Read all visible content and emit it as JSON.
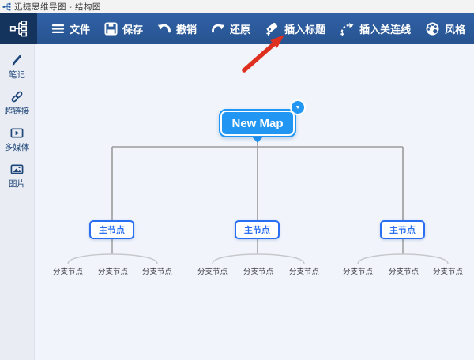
{
  "window": {
    "title": "迅捷思维导图 - 结构图",
    "app_icon": "mindmap-logo-icon"
  },
  "toolbar": {
    "app_button": {
      "icon": "mindmap-structure-logo-icon"
    },
    "items": [
      {
        "id": "file",
        "label": "文件",
        "icon": "hamburger-menu-icon"
      },
      {
        "id": "save",
        "label": "保存",
        "icon": "floppy-save-icon"
      },
      {
        "id": "undo",
        "label": "撤销",
        "icon": "undo-arrow-icon"
      },
      {
        "id": "redo",
        "label": "还原",
        "icon": "redo-arrow-icon"
      },
      {
        "id": "insert-title",
        "label": "插入标题",
        "icon": "tag-icon"
      },
      {
        "id": "insert-relation",
        "label": "插入关连线",
        "icon": "curved-connector-icon"
      },
      {
        "id": "style",
        "label": "风格",
        "icon": "palette-icon"
      }
    ]
  },
  "sidebar": {
    "items": [
      {
        "id": "notes",
        "label": "笔记",
        "icon": "pencil-icon"
      },
      {
        "id": "hyperlink",
        "label": "超链接",
        "icon": "chain-link-icon"
      },
      {
        "id": "multimedia",
        "label": "多媒体",
        "icon": "media-player-icon"
      },
      {
        "id": "image",
        "label": "图片",
        "icon": "picture-icon"
      }
    ]
  },
  "map": {
    "root": {
      "label": "New Map",
      "collapse_badge": "▼"
    },
    "groups": [
      {
        "node": "主节点",
        "branches": [
          "分支节点",
          "分支节点",
          "分支节点"
        ]
      },
      {
        "node": "主节点",
        "branches": [
          "分支节点",
          "分支节点",
          "分支节点"
        ]
      },
      {
        "node": "主节点",
        "branches": [
          "分支节点",
          "分支节点",
          "分支节点"
        ]
      }
    ]
  },
  "colors": {
    "toolbar_bg": "#2b5799",
    "app_square_bg": "#14335d",
    "root_node_blue": "#2196f3",
    "main_node_border": "#2a6ff2",
    "canvas_bg": "#f1f5fb",
    "sidebar_bg": "#e9ecf2",
    "connector_gray": "#9b9b9b",
    "branch_curve_gray": "#c6c8cc",
    "annotation_arrow_red": "#df2f1e"
  }
}
